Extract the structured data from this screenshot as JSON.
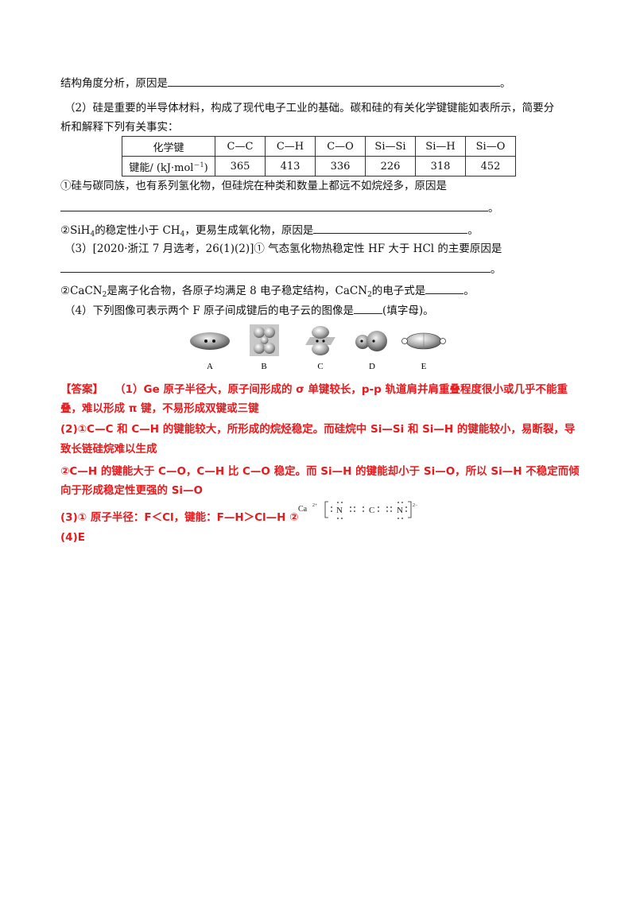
{
  "q1_tail": {
    "text": "结构角度分析，原因是",
    "end": "。"
  },
  "q2": {
    "line1": "（2）硅是重要的半导体材料，构成了现代电子工业的基础。碳和硅的有关化学键键能如表所示，简要分",
    "line2": "析和解释下列有关事实：",
    "table": {
      "header_label": "化学键",
      "value_label_pre": "键能/ (kJ·mol",
      "value_label_sup": "－1",
      "value_label_post": ")",
      "bonds": [
        "C—C",
        "C—H",
        "C—O",
        "Si—Si",
        "Si—H",
        "Si—O"
      ],
      "energies": [
        "365",
        "413",
        "336",
        "226",
        "318",
        "452"
      ]
    },
    "sub1": "①硅与碳同族，也有系列氢化物，但硅烷在种类和数量上都远不如烷烃多，原因是",
    "sub1_end": "。",
    "sub2_pre": "②SiH",
    "sub2_s1": "4",
    "sub2_mid": "的稳定性小于 CH",
    "sub2_s2": "4",
    "sub2_post": "，更易生成氧化物，原因是",
    "sub2_end": "。"
  },
  "q3": {
    "line1": "（3）[2020·浙江 7 月选考，26(1)(2)]① 气态氢化物热稳定性 HF 大于 HCl 的主要原因是",
    "end1": "。",
    "l2_pre": "②CaCN",
    "l2_s1": "2",
    "l2_mid": "是离子化合物，各原子均满足 8 电子稳定结构，CaCN",
    "l2_s2": "2",
    "l2_post": "的电子式是",
    "l2_end": "。"
  },
  "q4": {
    "text": "（4）下列图像可表示两个 F 原子间成键后的电子云的图像是",
    "tail": "(填字母)。",
    "labels": [
      "A",
      "B",
      "C",
      "D",
      "E"
    ]
  },
  "answer": {
    "tag": "【答案】",
    "l1": "（1）Ge 原子半径大，原子间形成的 σ 单键较长，p-p 轨道肩并肩重叠程度很小或几乎不能重",
    "l2": "叠，难以形成 π 键，不易形成双键或三键",
    "l3": "(2)①C—C 和 C—H 的键能较大，所形成的烷烃稳定。而硅烷中 Si—Si 和 Si—H 的键能较小，易断裂，导",
    "l4": "致长链硅烷难以生成",
    "l5": "②C—H 的键能大于 C—O，C—H 比 C—O 稳定。而 Si—H 的键能却小于 Si—O，所以 Si—H 不稳定而倾",
    "l6": "向于形成稳定性更强的 Si—O",
    "l7": "(3)① 原子半径：F＜Cl，键能：F—H＞Cl—H ②",
    "l8": "(4)E",
    "lewis": {
      "ca": "Ca",
      "ca_charge": "2+",
      "n1": "N",
      "c": "C",
      "n2": "N",
      "anion_charge": "2−"
    }
  }
}
